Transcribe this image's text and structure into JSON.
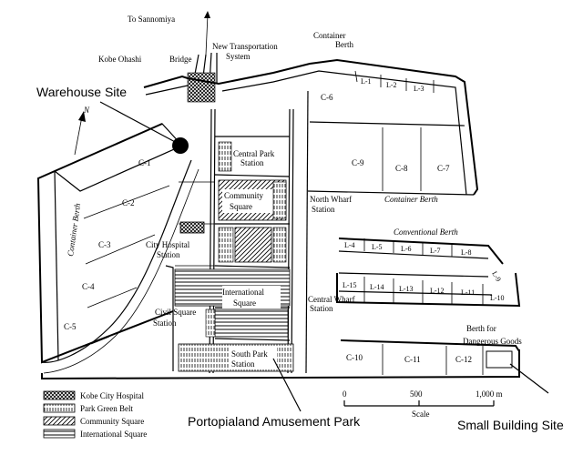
{
  "labels": {
    "to_sannomiya": "To Sannomiya",
    "kobe_ohashi": "Kobe Ohashi",
    "bridge": "Bridge",
    "new_transport_1": "New Transportation",
    "new_transport_2": "System",
    "container_berth_top_1": "Container",
    "container_berth_top_2": "Berth",
    "container_berth_side": "Container Berth",
    "container_berth_mid": "Container Berth",
    "conventional_berth": "Conventional Berth",
    "berth_dangerous_1": "Berth for",
    "berth_dangerous_2": "Dangerous Goods",
    "central_park_1": "Central Park",
    "central_park_2": "Station",
    "community_1": "Community",
    "community_2": "Square",
    "north_wharf_1": "North Wharf",
    "north_wharf_2": "Station",
    "city_hospital_1": "City Hospital",
    "city_hospital_2": "Station",
    "international_1": "International",
    "international_2": "Square",
    "central_wharf_1": "Central Wharf",
    "central_wharf_2": "Station",
    "civil_square_1": "Civil Square",
    "civil_square_2": "Station",
    "south_park_1": "South Park",
    "south_park_2": "Station",
    "north": "N"
  },
  "berths": {
    "c1": "C-1",
    "c2": "C-2",
    "c3": "C-3",
    "c4": "C-4",
    "c5": "C-5",
    "c6": "C-6",
    "c7": "C-7",
    "c8": "C-8",
    "c9": "C-9",
    "c10": "C-10",
    "c11": "C-11",
    "c12": "C-12",
    "l1": "L-1",
    "l2": "L-2",
    "l3": "L-3",
    "l4": "L-4",
    "l5": "L-5",
    "l6": "L-6",
    "l7": "L-7",
    "l8": "L-8",
    "l9": "L-9",
    "l10": "L-10",
    "l11": "L-11",
    "l12": "L-12",
    "l13": "L-13",
    "l14": "L-14",
    "l15": "L-15"
  },
  "callouts": {
    "warehouse": "Warehouse Site",
    "portopia": "Portopialand Amusement Park",
    "small_building": "Small Building Site"
  },
  "legend": {
    "hospital": "Kobe City Hospital",
    "park": "Park Green Belt",
    "community": "Community Square",
    "international": "International Square"
  },
  "scale": {
    "zero": "0",
    "mid": "500",
    "end": "1,000 m",
    "label": "Scale"
  }
}
